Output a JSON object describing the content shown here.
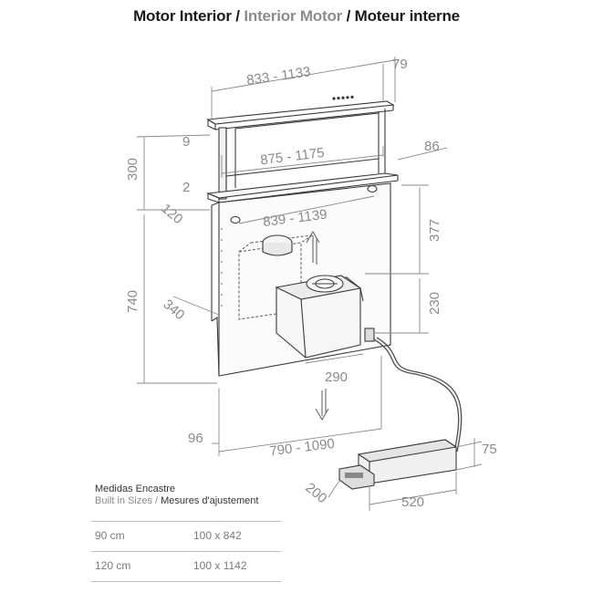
{
  "title": {
    "part1": "Motor Interior",
    "sep1": " / ",
    "part2": "Interior Motor",
    "sep2": " / ",
    "part3": "Moteur interne"
  },
  "dimensions": {
    "top_width": "833 - 1133",
    "top_depth": "79",
    "glass_offset": "9",
    "inner_width": "875 - 1175",
    "right_depth": "86",
    "height_300": "300",
    "offset_2": "2",
    "depth_120": "120",
    "cutout_width": "839 - 1139",
    "height_377": "377",
    "height_740": "740",
    "depth_340": "340",
    "height_230": "230",
    "motor_width": "290",
    "bottom_96": "96",
    "bottom_width": "790 - 1090",
    "box_depth_75": "75",
    "box_200": "200",
    "box_520": "520"
  },
  "table": {
    "heading1": "Medidas Encastre",
    "heading2_a": "Built in Sizes / ",
    "heading2_b": "Mesures d'ajustement",
    "rows": [
      {
        "size": "90 cm",
        "value": "100 x 842"
      },
      {
        "size": "120 cm",
        "value": "100 x 1142"
      }
    ]
  }
}
